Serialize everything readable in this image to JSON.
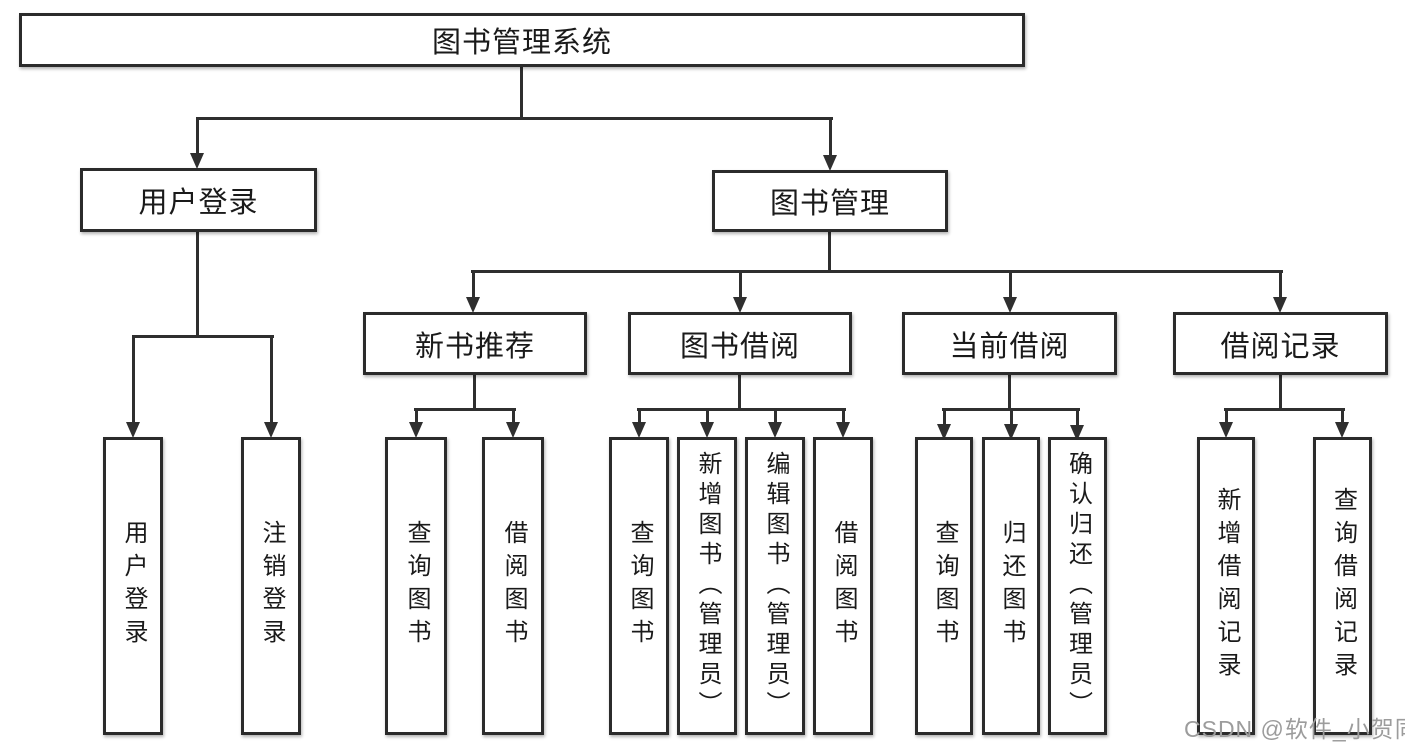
{
  "diagram": {
    "root": {
      "label": "图书管理系统"
    },
    "level2": {
      "user_login": {
        "label": "用户登录"
      },
      "book_management": {
        "label": "图书管理"
      }
    },
    "level3": {
      "new_book_recommend": {
        "label": "新书推荐"
      },
      "book_borrowing": {
        "label": "图书借阅"
      },
      "current_borrowing": {
        "label": "当前借阅"
      },
      "borrowing_records": {
        "label": "借阅记录"
      }
    },
    "leaves": {
      "user_login": {
        "label": "用户登录"
      },
      "logout": {
        "label": "注销登录"
      },
      "nb_query_books": {
        "label": "查询图书"
      },
      "nb_borrow_books": {
        "label": "借阅图书"
      },
      "bb_query_books": {
        "label": "查询图书"
      },
      "bb_add_books": {
        "label": "新增图书（管理员）"
      },
      "bb_edit_books": {
        "label": "编辑图书（管理员）"
      },
      "bb_borrow_books": {
        "label": "借阅图书"
      },
      "cb_query_books": {
        "label": "查询图书"
      },
      "cb_return_books": {
        "label": "归还图书"
      },
      "cb_confirm_return": {
        "label": "确认归还（管理员）"
      },
      "br_add_record": {
        "label": "新增借阅记录"
      },
      "br_query_record": {
        "label": "查询借阅记录"
      }
    }
  },
  "watermark": {
    "text": "CSDN @软件_小贺同学"
  },
  "colors": {
    "box_border": "#2b2b2b",
    "connector": "#2f2f2f",
    "text": "#1a1a1a",
    "watermark": "#9c9c9c",
    "background": "#ffffff"
  }
}
